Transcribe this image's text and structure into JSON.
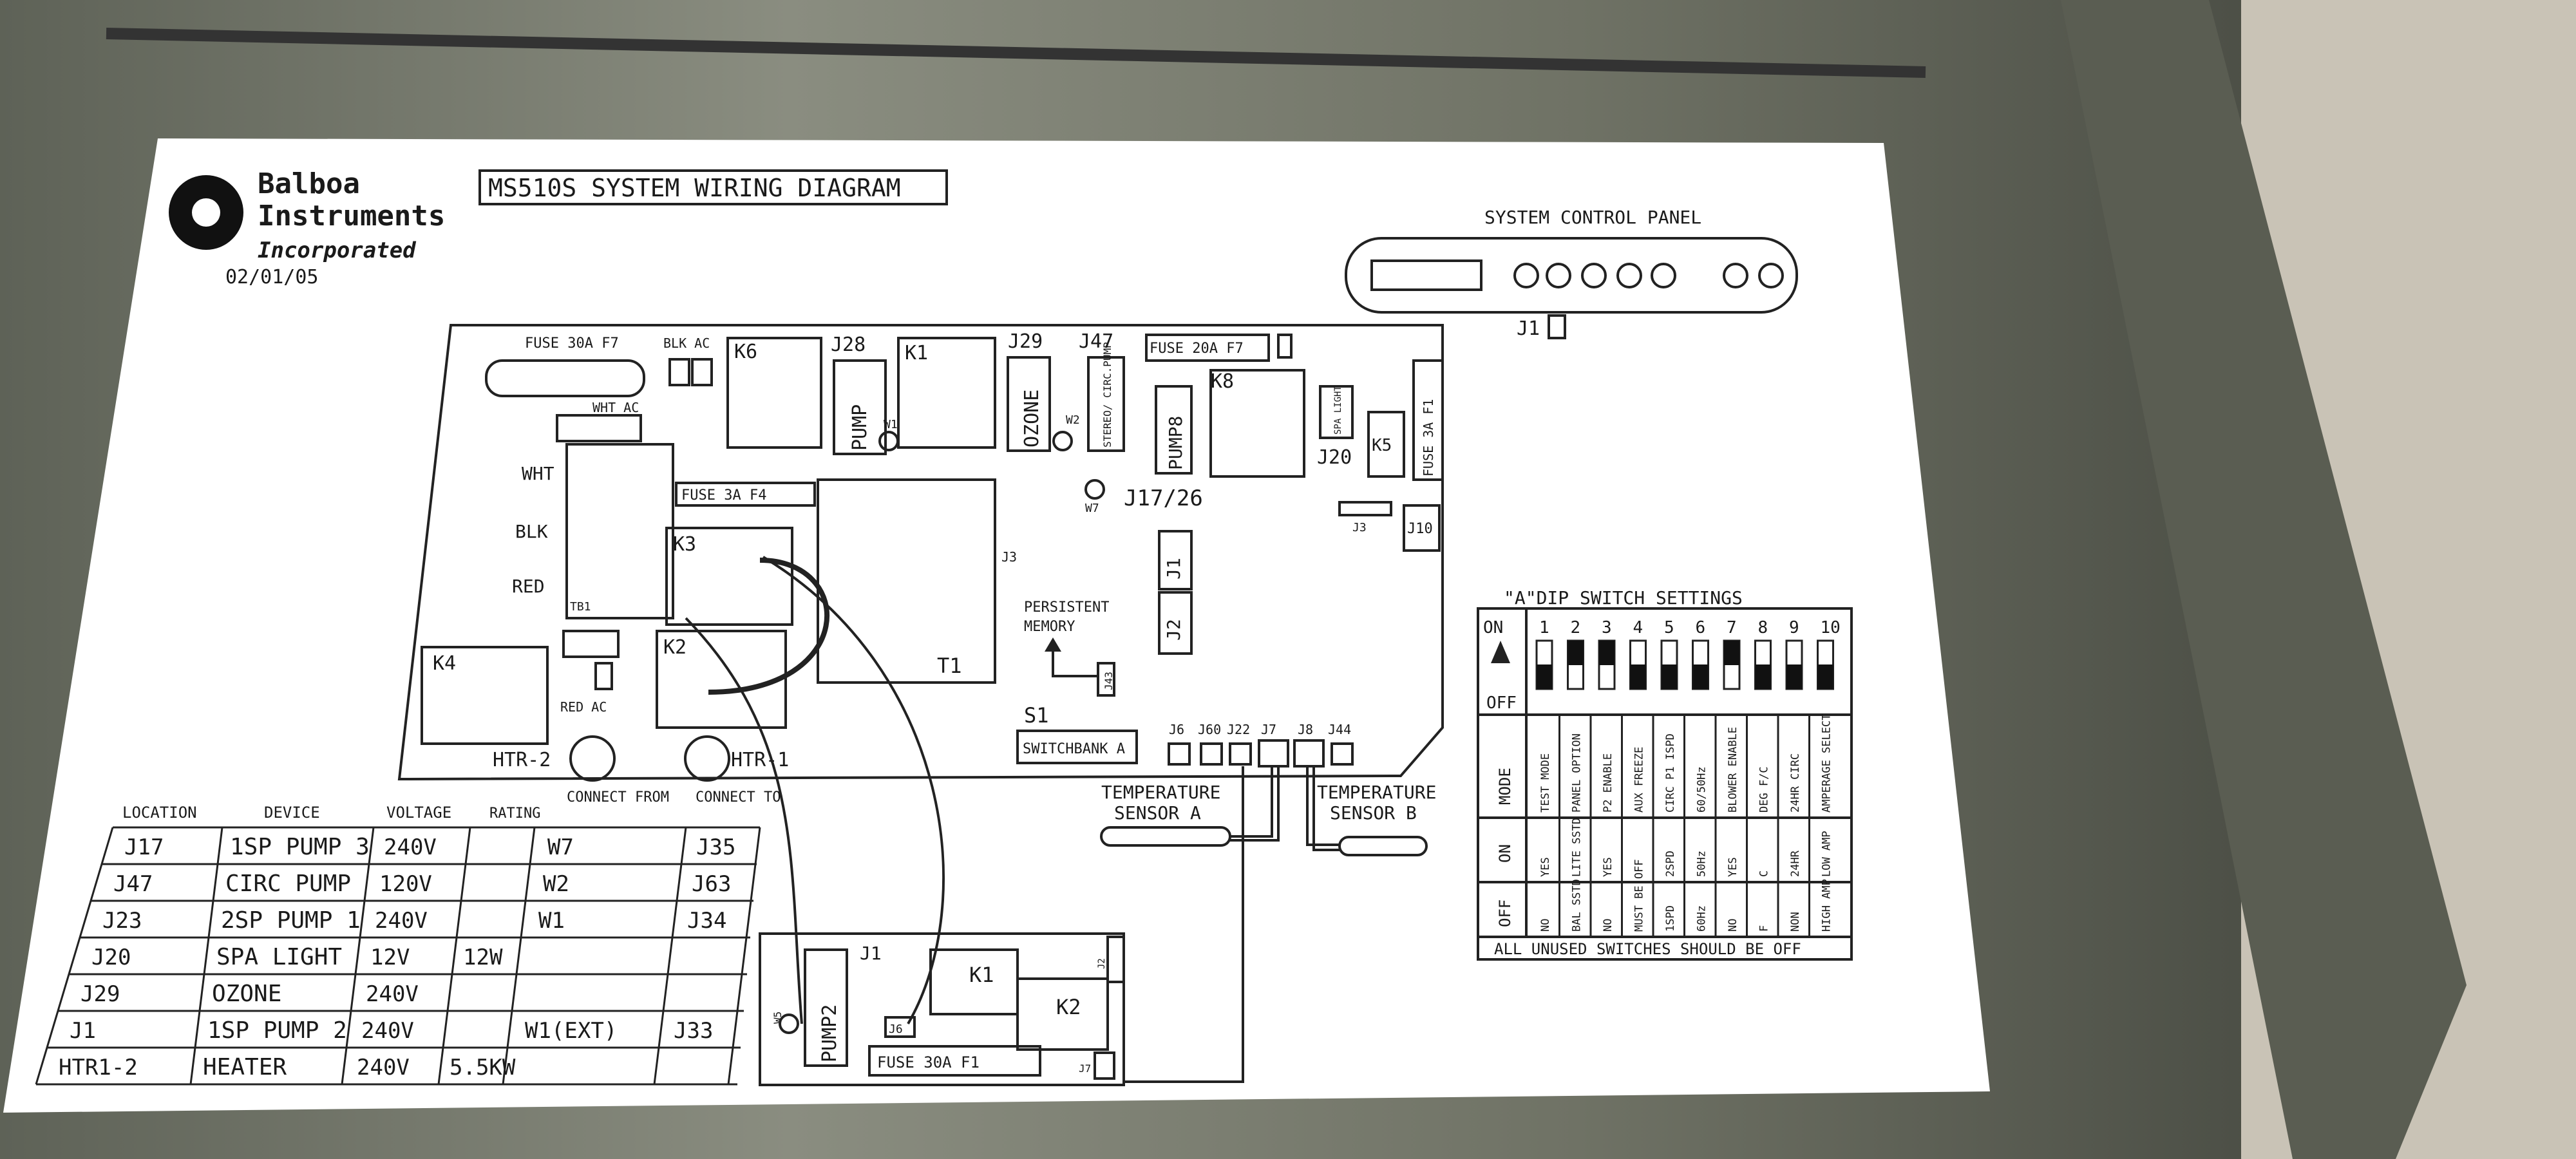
{
  "logo": {
    "line1": "Balboa",
    "line2": "Instruments",
    "line3": "Incorporated"
  },
  "date": "02/01/05",
  "title": "MS510S SYSTEM WIRING DIAGRAM",
  "control_panel": {
    "label": "SYSTEM CONTROL PANEL",
    "connector": "J1"
  },
  "board": {
    "fuse_main": "FUSE 30A F7",
    "fuse_20a": "FUSE 20A F7",
    "fuse_3a_f4": "FUSE 3A F4",
    "fuse_3a_f1": "FUSE 3A F1",
    "blk_ac": "BLK AC",
    "wht_ac": "WHT AC",
    "red_ac": "RED AC",
    "wht": "WHT",
    "blk": "BLK",
    "red": "RED",
    "tb1": "TB1",
    "k6": "K6",
    "k1": "K1",
    "k8": "K8",
    "k5": "K5",
    "k3": "K3",
    "k2": "K2",
    "k4": "K4",
    "j28": "J28",
    "j29": "J29",
    "j47": "J47",
    "j20": "J20",
    "j17": "J17/26",
    "j10": "J10",
    "j3": "J3",
    "j43": "J43",
    "j1": "J1",
    "j2": "J2",
    "pump": "PUMP",
    "ozone": "OZONE",
    "circ_pump": "STEREO/ CIRC.PUMP",
    "pump8": "PUMP8",
    "spa_light": "SPA LIGHT",
    "w1": "W1",
    "w2": "W2",
    "w7": "W7",
    "t1": "T1",
    "persistent1": "PERSISTENT",
    "persistent2": "MEMORY",
    "s1": "S1",
    "switchbank": "SWITCHBANK A",
    "bottom_conns": [
      "J6",
      "J60",
      "J22",
      "J7",
      "J8",
      "J44"
    ],
    "htr2": "HTR-2",
    "htr1": "HTR-1",
    "temp_a1": "TEMPERATURE",
    "temp_a2": "SENSOR A",
    "temp_b1": "TEMPERATURE",
    "temp_b2": "SENSOR B"
  },
  "aux_board": {
    "j1": "J1",
    "pump2": "PUMP2",
    "k1": "K1",
    "k2": "K2",
    "fuse": "FUSE 30A F1",
    "w5": "W5",
    "j6": "J6",
    "j7": "J7",
    "j2": "J2"
  },
  "dip": {
    "title": "\"A\"DIP SWITCH SETTINGS",
    "on": "ON",
    "off": "OFF",
    "numbers": [
      "1",
      "2",
      "3",
      "4",
      "5",
      "6",
      "7",
      "8",
      "9",
      "10"
    ],
    "positions": [
      0,
      1,
      1,
      0,
      0,
      0,
      1,
      0,
      0,
      0
    ],
    "row_labels": [
      "MODE",
      "ON",
      "OFF"
    ],
    "modes": [
      "TEST MODE",
      "PANEL OPTION",
      "P2 ENABLE",
      "AUX FREEZE",
      "CIRC P1 ISPD",
      "60/50Hz",
      "BLOWER ENABLE",
      "DEG F/C",
      "24HR CIRC",
      "AMPERAGE SELECT"
    ],
    "on_vals": [
      "YES",
      "LITE SSTD",
      "YES",
      "",
      "2SPD",
      "50Hz",
      "YES",
      "C",
      "24HR",
      "LOW AMP"
    ],
    "off_vals": [
      "NO",
      "BAL SSTD",
      "NO",
      "MUST BE OFF",
      "1SPD",
      "60Hz",
      "NO",
      "F",
      "NON",
      "HIGH AMP"
    ],
    "footer": "ALL UNUSED SWITCHES SHOULD BE OFF"
  },
  "table": {
    "headers": [
      "LOCATION",
      "DEVICE",
      "VOLTAGE",
      "RATING",
      "CONNECT FROM",
      "CONNECT TO"
    ],
    "rows": [
      [
        "J17",
        "1SP PUMP 3",
        "240V",
        "",
        "W7",
        "J35"
      ],
      [
        "J47",
        "CIRC PUMP",
        "120V",
        "",
        "W2",
        "J63"
      ],
      [
        "J23",
        "2SP PUMP 1",
        "240V",
        "",
        "W1",
        "J34"
      ],
      [
        "J20",
        "SPA LIGHT",
        "12V",
        "12W",
        "",
        ""
      ],
      [
        "J29",
        "OZONE",
        "240V",
        "",
        "",
        ""
      ],
      [
        "J1",
        "1SP PUMP 2",
        "240V",
        "",
        "W1(EXT)",
        "J33"
      ],
      [
        "HTR1-2",
        "HEATER",
        "240V",
        "5.5KW",
        "",
        ""
      ]
    ]
  }
}
